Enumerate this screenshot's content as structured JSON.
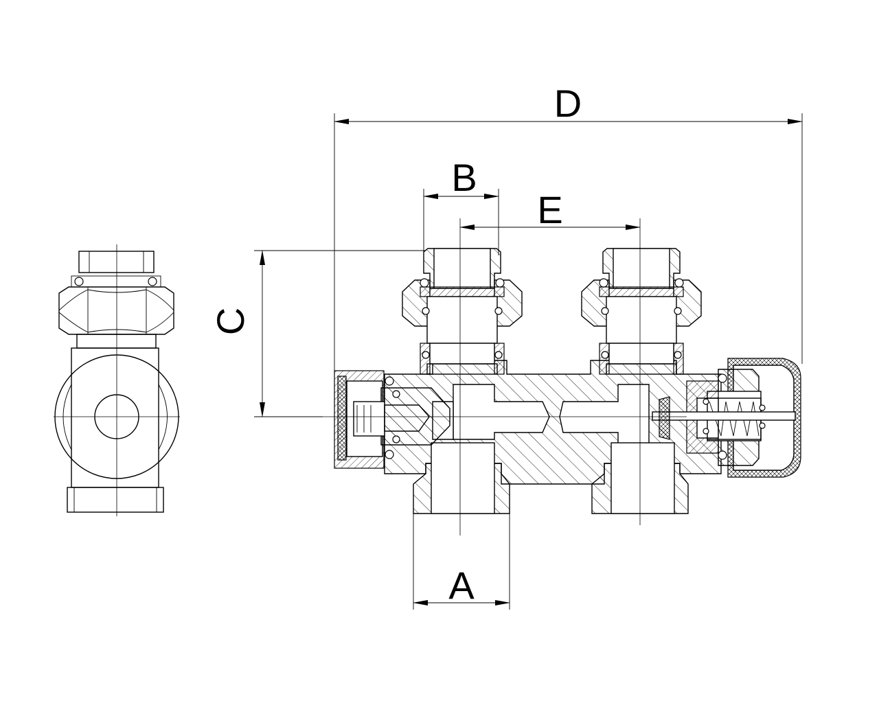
{
  "drawing": {
    "dimensions": [
      {
        "id": "A",
        "label": "A"
      },
      {
        "id": "B",
        "label": "B"
      },
      {
        "id": "C",
        "label": "C"
      },
      {
        "id": "D",
        "label": "D"
      },
      {
        "id": "E",
        "label": "E"
      }
    ]
  }
}
